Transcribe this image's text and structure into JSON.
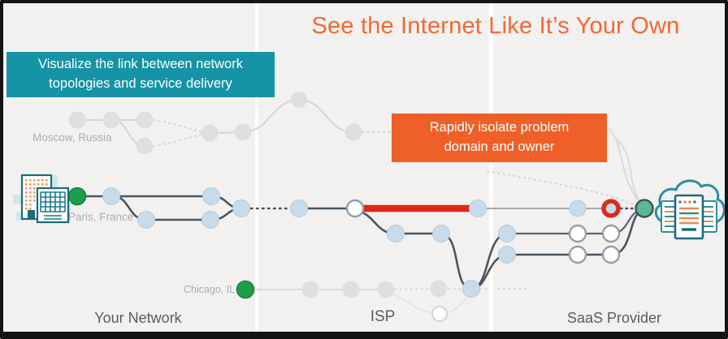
{
  "title": {
    "text": "See the Internet Like It’s Your Own"
  },
  "callouts": {
    "teal": {
      "text": "Visualize the link between network topologies and service delivery",
      "bg": "#1693A5"
    },
    "orange": {
      "text": "Rapidly isolate problem domain and owner",
      "bg": "#EE6027"
    }
  },
  "locations": {
    "moscow": "Moscow, Russia",
    "paris": "Paris, France",
    "chicago": "Chicago, IL"
  },
  "zones": {
    "your_network": "Your Network",
    "isp": "ISP",
    "saas": "SaaS Provider"
  },
  "icons": {
    "left": "enterprise-building-icon",
    "right": "saas-cloud-servers-icon"
  },
  "colors": {
    "background": "#F2F1EF",
    "title_orange": "#F26835",
    "banner_teal": "#1693A5",
    "banner_orange": "#EE6027",
    "problem_red": "#E0261B",
    "path_dark": "#4A5560",
    "path_gray": "#D8D8DA",
    "node_blue": "#C7DBEA",
    "node_white": "#FFFFFF",
    "node_green": "#1E9E4B",
    "node_teal_green": "#5CB794",
    "label_gray": "#A9ADB2",
    "zone_label_gray": "#565D64"
  }
}
